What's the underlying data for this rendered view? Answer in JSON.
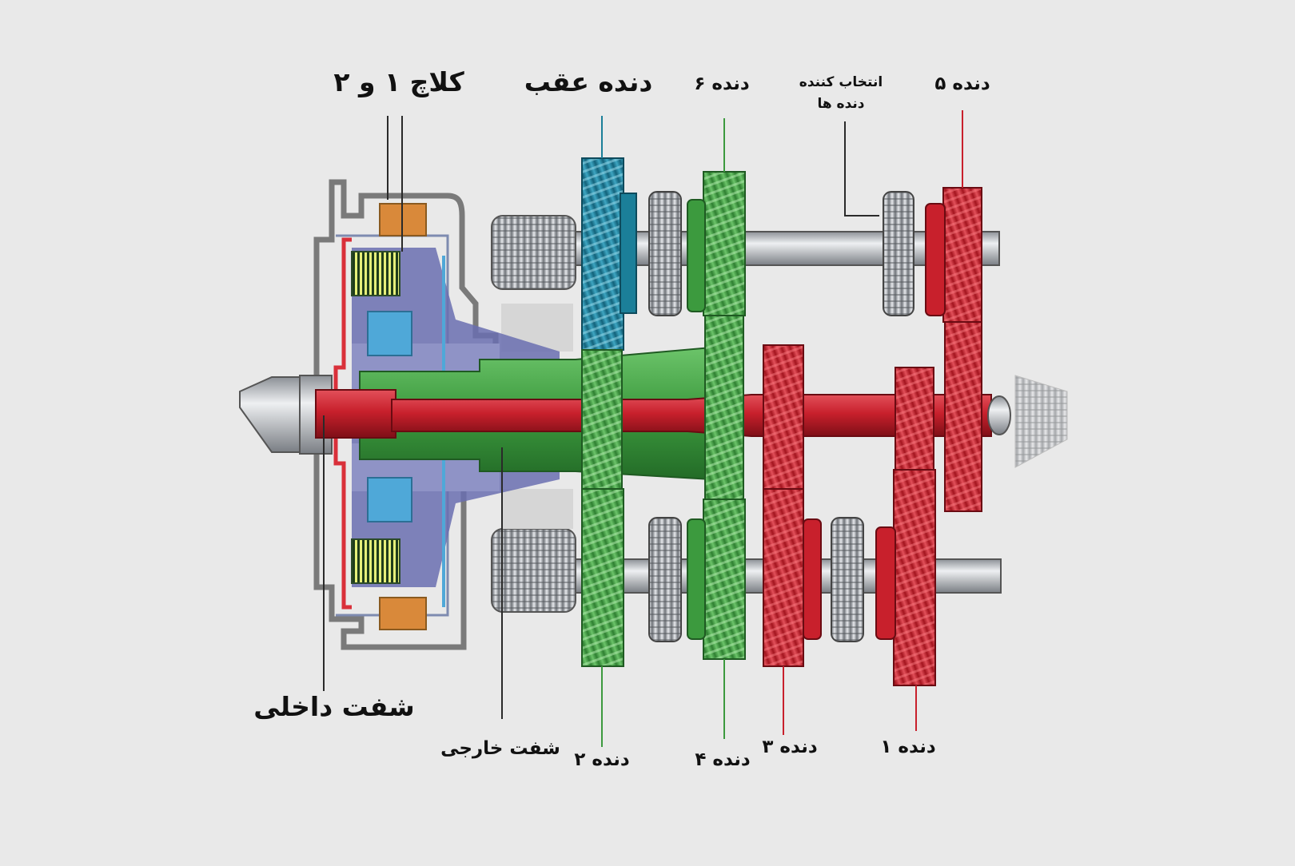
{
  "labels": {
    "clutch_1_2": "کلاچ ۱ و ۲",
    "reverse_gear": "دنده عقب",
    "gear_6": "دنده ۶",
    "gear_selector_line1": "انتخاب کننده",
    "gear_selector_line2": "دنده ها",
    "gear_5": "دنده ۵",
    "inner_shaft": "شفت داخلی",
    "outer_shaft": "شفت خارجی",
    "gear_2": "دنده ۲",
    "gear_4": "دنده ۴",
    "gear_3": "دنده ۳",
    "gear_1": "دنده ۱"
  },
  "colors": {
    "background": "#e9e9e9",
    "inner_shaft_red": "#c8202c",
    "outer_shaft_green": "#3c9a3e",
    "reverse_teal": "#1b7f99",
    "housing_gray": "#8a8a8a",
    "clutch_orange": "#d9893a",
    "clutch_blue": "#4fa8d8",
    "clutch_purple": "#6a6fb0",
    "steel": "#bfc2c7"
  }
}
